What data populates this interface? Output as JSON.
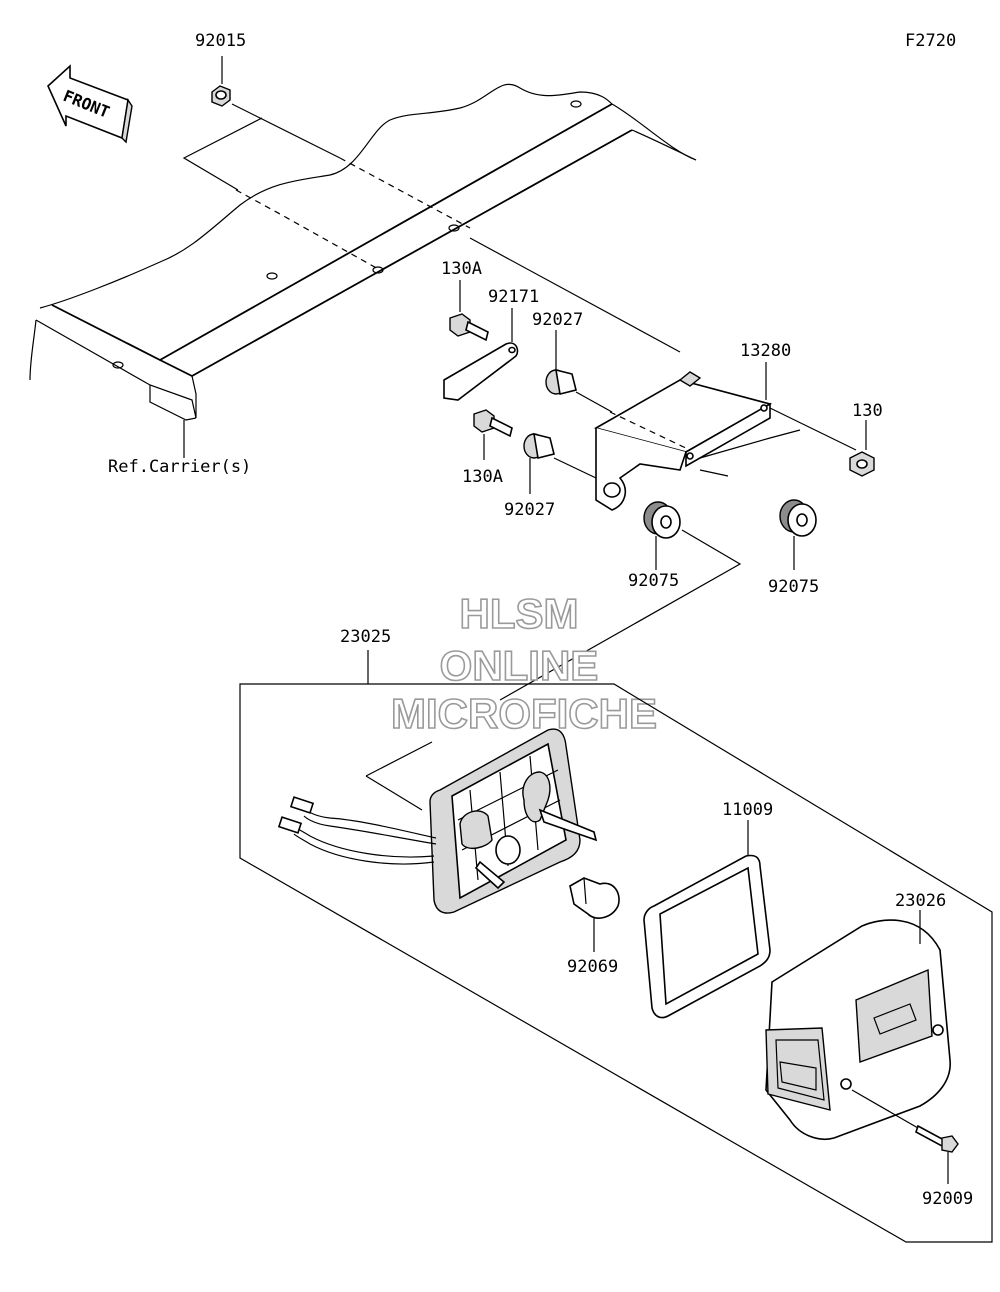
{
  "diagram_code": "F2720",
  "front_label": "FRONT",
  "ref_label": "Ref.Carrier(s)",
  "watermark": [
    "HLSM",
    "ONLINE",
    "MICROFICHE"
  ],
  "parts": [
    {
      "id": "p92015",
      "num": "92015"
    },
    {
      "id": "p130A_top",
      "num": "130A"
    },
    {
      "id": "p92171",
      "num": "92171"
    },
    {
      "id": "p92027_top",
      "num": "92027"
    },
    {
      "id": "p13280",
      "num": "13280"
    },
    {
      "id": "p130",
      "num": "130"
    },
    {
      "id": "p130A_bot",
      "num": "130A"
    },
    {
      "id": "p92027_bot",
      "num": "92027"
    },
    {
      "id": "p92075_left",
      "num": "92075"
    },
    {
      "id": "p92075_right",
      "num": "92075"
    },
    {
      "id": "p23025",
      "num": "23025"
    },
    {
      "id": "p11009",
      "num": "11009"
    },
    {
      "id": "p23026",
      "num": "23026"
    },
    {
      "id": "p92069",
      "num": "92069"
    },
    {
      "id": "p92009",
      "num": "92009"
    }
  ]
}
